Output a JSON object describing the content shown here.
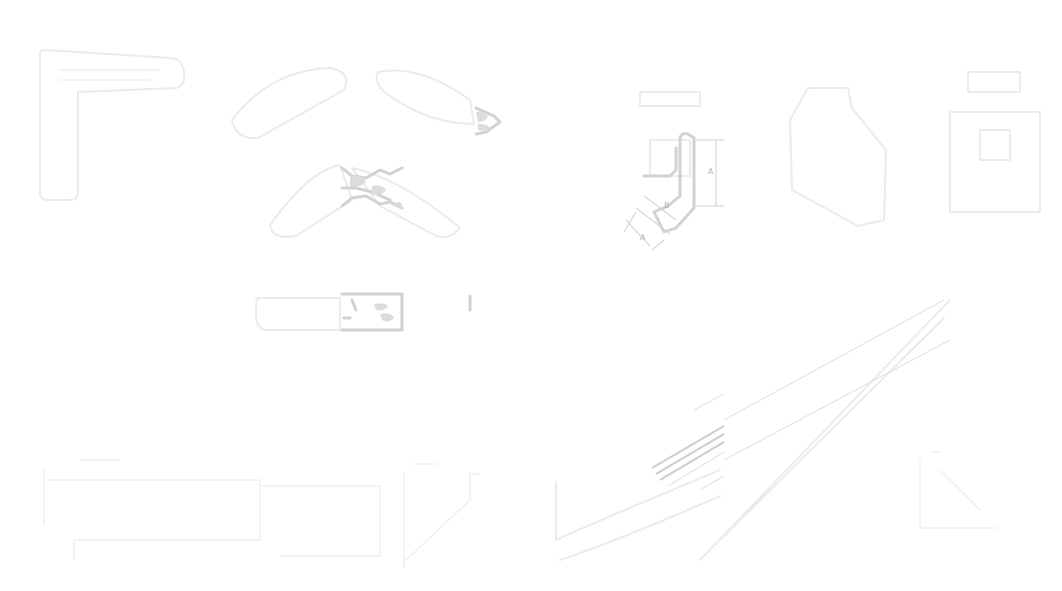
{
  "drawing": {
    "dimension_labels": {
      "height": "A",
      "width": "B",
      "depth": "A"
    },
    "colors": {
      "background": "#ffffff",
      "ghost_outline": "#ebebeb",
      "profile_outline": "#d2d2d2",
      "dimension_line": "#cfcfcf"
    }
  }
}
